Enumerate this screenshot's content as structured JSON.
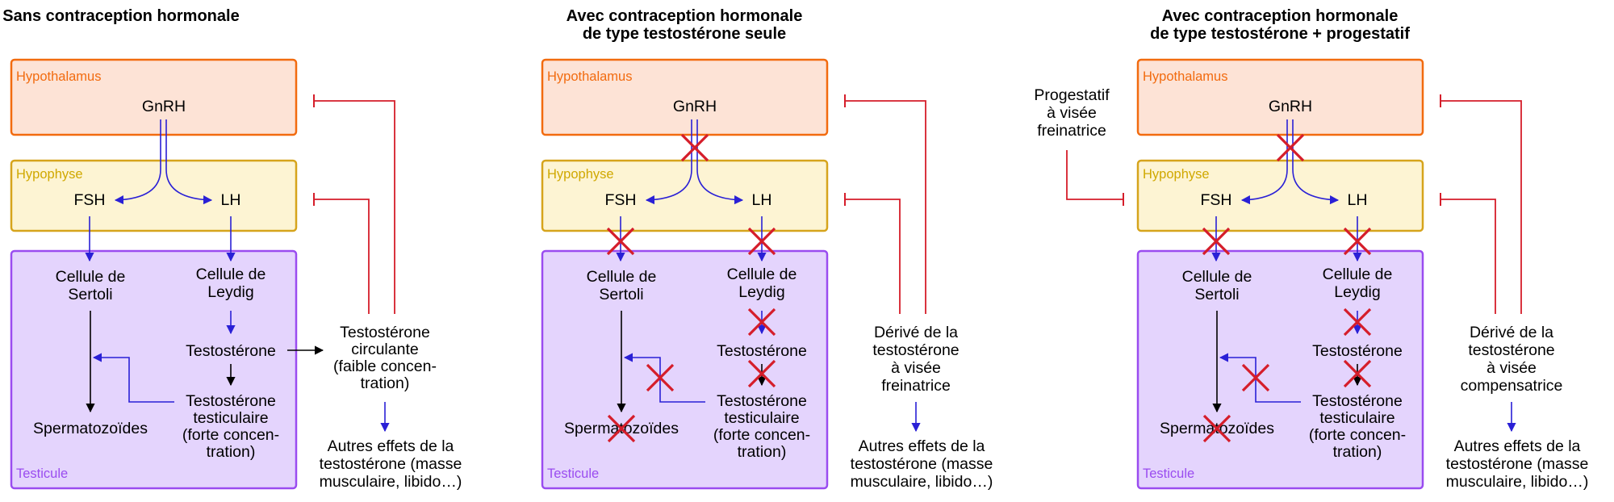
{
  "colors": {
    "hypothalamus_fill": "#fde3d6",
    "hypothalamus_stroke": "#f26b0f",
    "pituitary_fill": "#fdf4d3",
    "pituitary_stroke": "#d6a41c",
    "testis_fill": "#e4d4fd",
    "testis_stroke": "#9a4cf0",
    "stimulation_arrow": "#2a20d6",
    "inhibition": "#d51d2a",
    "block_cross": "#d51d2a"
  },
  "panels": [
    {
      "title_lines": [
        "Sans contraception hormonale"
      ],
      "regions": {
        "hypothalamus": "Hypothalamus",
        "pituitary": "Hypophyse",
        "testis": "Testicule"
      },
      "hormones": {
        "gnrh": "GnRH",
        "fsh": "FSH",
        "lh": "LH"
      },
      "sertoli": [
        "Cellule de",
        "Sertoli"
      ],
      "leydig": [
        "Cellule de",
        "Leydig"
      ],
      "testosterone": "Testostérone",
      "testicular_t": [
        "Testostérone",
        "testiculaire",
        "(forte concen-",
        "tration)"
      ],
      "sperm": "Spermatozoïdes",
      "side_label": [
        "Testostérone",
        "circulante",
        "(faible concen-",
        "tration)"
      ],
      "other_effects": [
        "Autres effets de la",
        "testostérone (masse",
        "musculaire, libido…)"
      ],
      "blocked": false
    },
    {
      "title_lines": [
        "Avec contraception hormonale",
        "de type testostérone seule"
      ],
      "regions": {
        "hypothalamus": "Hypothalamus",
        "pituitary": "Hypophyse",
        "testis": "Testicule"
      },
      "hormones": {
        "gnrh": "GnRH",
        "fsh": "FSH",
        "lh": "LH"
      },
      "sertoli": [
        "Cellule de",
        "Sertoli"
      ],
      "leydig": [
        "Cellule de",
        "Leydig"
      ],
      "testosterone": "Testostérone",
      "testicular_t": [
        "Testostérone",
        "testiculaire",
        "(forte concen-",
        "tration)"
      ],
      "sperm": "Spermatozoïdes",
      "side_label": [
        "Dérivé de la",
        "testostérone",
        "à visée",
        "freinatrice"
      ],
      "other_effects": [
        "Autres effets de la",
        "testostérone (masse",
        "musculaire, libido…)"
      ],
      "blocked": true
    },
    {
      "title_lines": [
        "Avec contraception hormonale",
        "de type testostérone + progestatif"
      ],
      "regions": {
        "hypothalamus": "Hypothalamus",
        "pituitary": "Hypophyse",
        "testis": "Testicule"
      },
      "hormones": {
        "gnrh": "GnRH",
        "fsh": "FSH",
        "lh": "LH"
      },
      "sertoli": [
        "Cellule de",
        "Sertoli"
      ],
      "leydig": [
        "Cellule de",
        "Leydig"
      ],
      "testosterone": "Testostérone",
      "testicular_t": [
        "Testostérone",
        "testiculaire",
        "(forte concen-",
        "tration)"
      ],
      "sperm": "Spermatozoïdes",
      "side_label": [
        "Dérivé de la",
        "testostérone",
        "à visée",
        "compensatrice"
      ],
      "other_effects": [
        "Autres effets de la",
        "testostérone (masse",
        "musculaire, libido…)"
      ],
      "blocked": true,
      "progestin_label": [
        "Progestatif",
        "à visée",
        "freinatrice"
      ]
    }
  ]
}
